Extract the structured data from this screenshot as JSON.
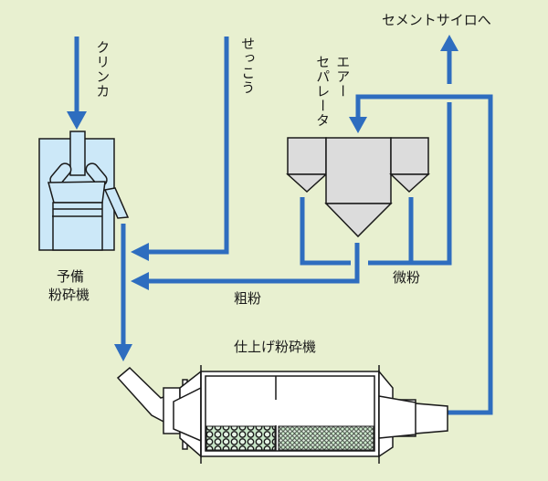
{
  "labels": {
    "clinker": "クリンカ",
    "gypsum": "せっこう",
    "cement_silo": "セメントサイロへ",
    "air_separator_line1": "エアー",
    "air_separator_line2": "セパレータ",
    "pre_grinder_line1": "予備",
    "pre_grinder_line2": "粉砕機",
    "coarse_powder": "粗粉",
    "fine_powder": "微粉",
    "finishing_mill": "仕上げ粉砕機"
  },
  "colors": {
    "background": "#e8f0d0",
    "flow_line": "#2e6dbf",
    "pre_grinder_fill": "#cce8f8",
    "separator_fill": "#dcdcdc",
    "mill_fill": "#ffffff",
    "media_fill": "#c8e6c8"
  }
}
